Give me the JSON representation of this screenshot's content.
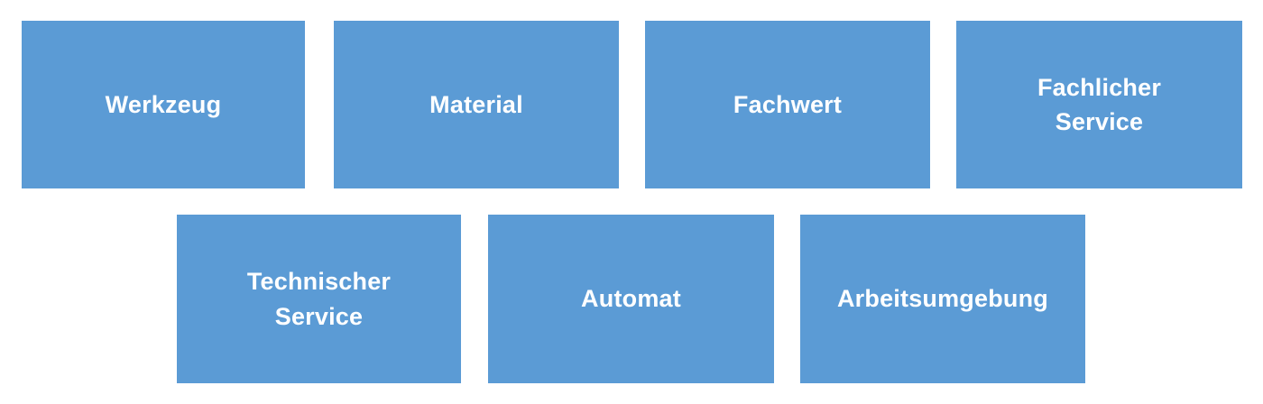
{
  "diagram": {
    "type": "block-diagram",
    "background_color": "#FFFFFF",
    "box_fill_color": "#5B9BD5",
    "box_text_color": "#FFFFFF",
    "rows": [
      {
        "row_index": 1,
        "nodes": [
          {
            "id": "werkzeug",
            "label": "Werkzeug"
          },
          {
            "id": "material",
            "label": "Material"
          },
          {
            "id": "fachwert",
            "label": "Fachwert"
          },
          {
            "id": "fachlicher-service",
            "label": "Fachlicher\nService"
          }
        ]
      },
      {
        "row_index": 2,
        "nodes": [
          {
            "id": "technischer-service",
            "label": "Technischer\nService"
          },
          {
            "id": "automat",
            "label": "Automat"
          },
          {
            "id": "arbeitsumgebung",
            "label": "Arbeitsumgebung"
          }
        ]
      }
    ]
  }
}
